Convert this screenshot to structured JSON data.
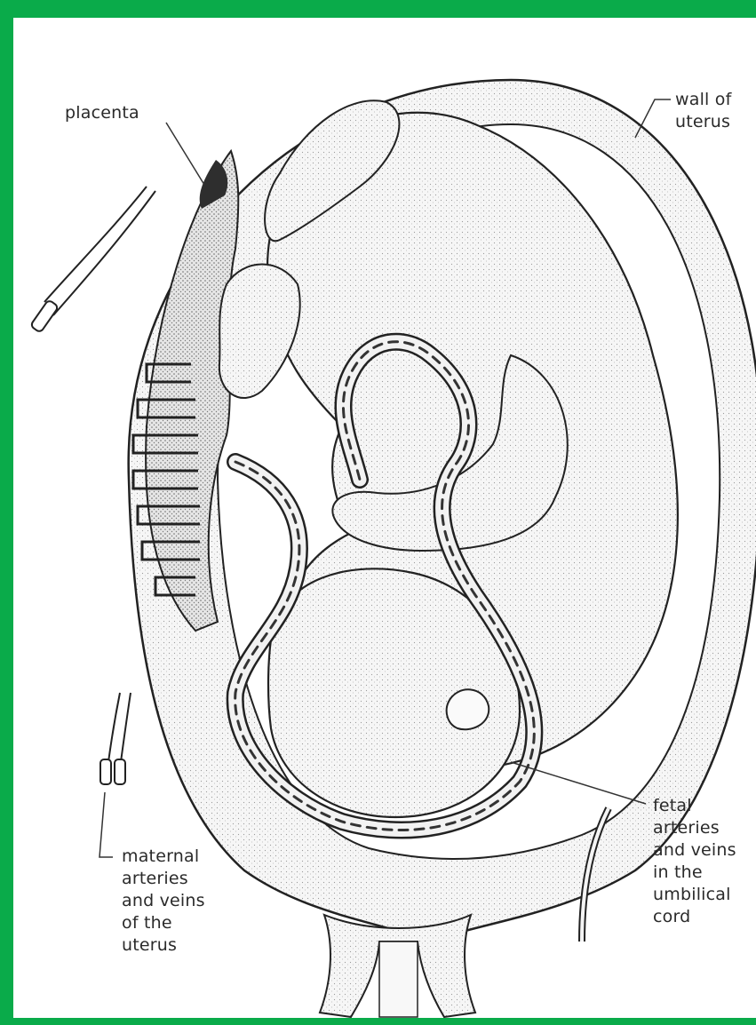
{
  "colors": {
    "border": "#0aab4a",
    "ink": "#2a2a2a",
    "tissue": "#f4f4f4",
    "dark_tissue": "#3a3a3a"
  },
  "labels": {
    "placenta": "placenta",
    "wall_of_uterus": "wall of\nuterus",
    "maternal": "maternal\narteries\nand veins\nof the\nuterus",
    "fetal": "fetal\narteries\nand veins\nin the\numbilical\ncord"
  }
}
